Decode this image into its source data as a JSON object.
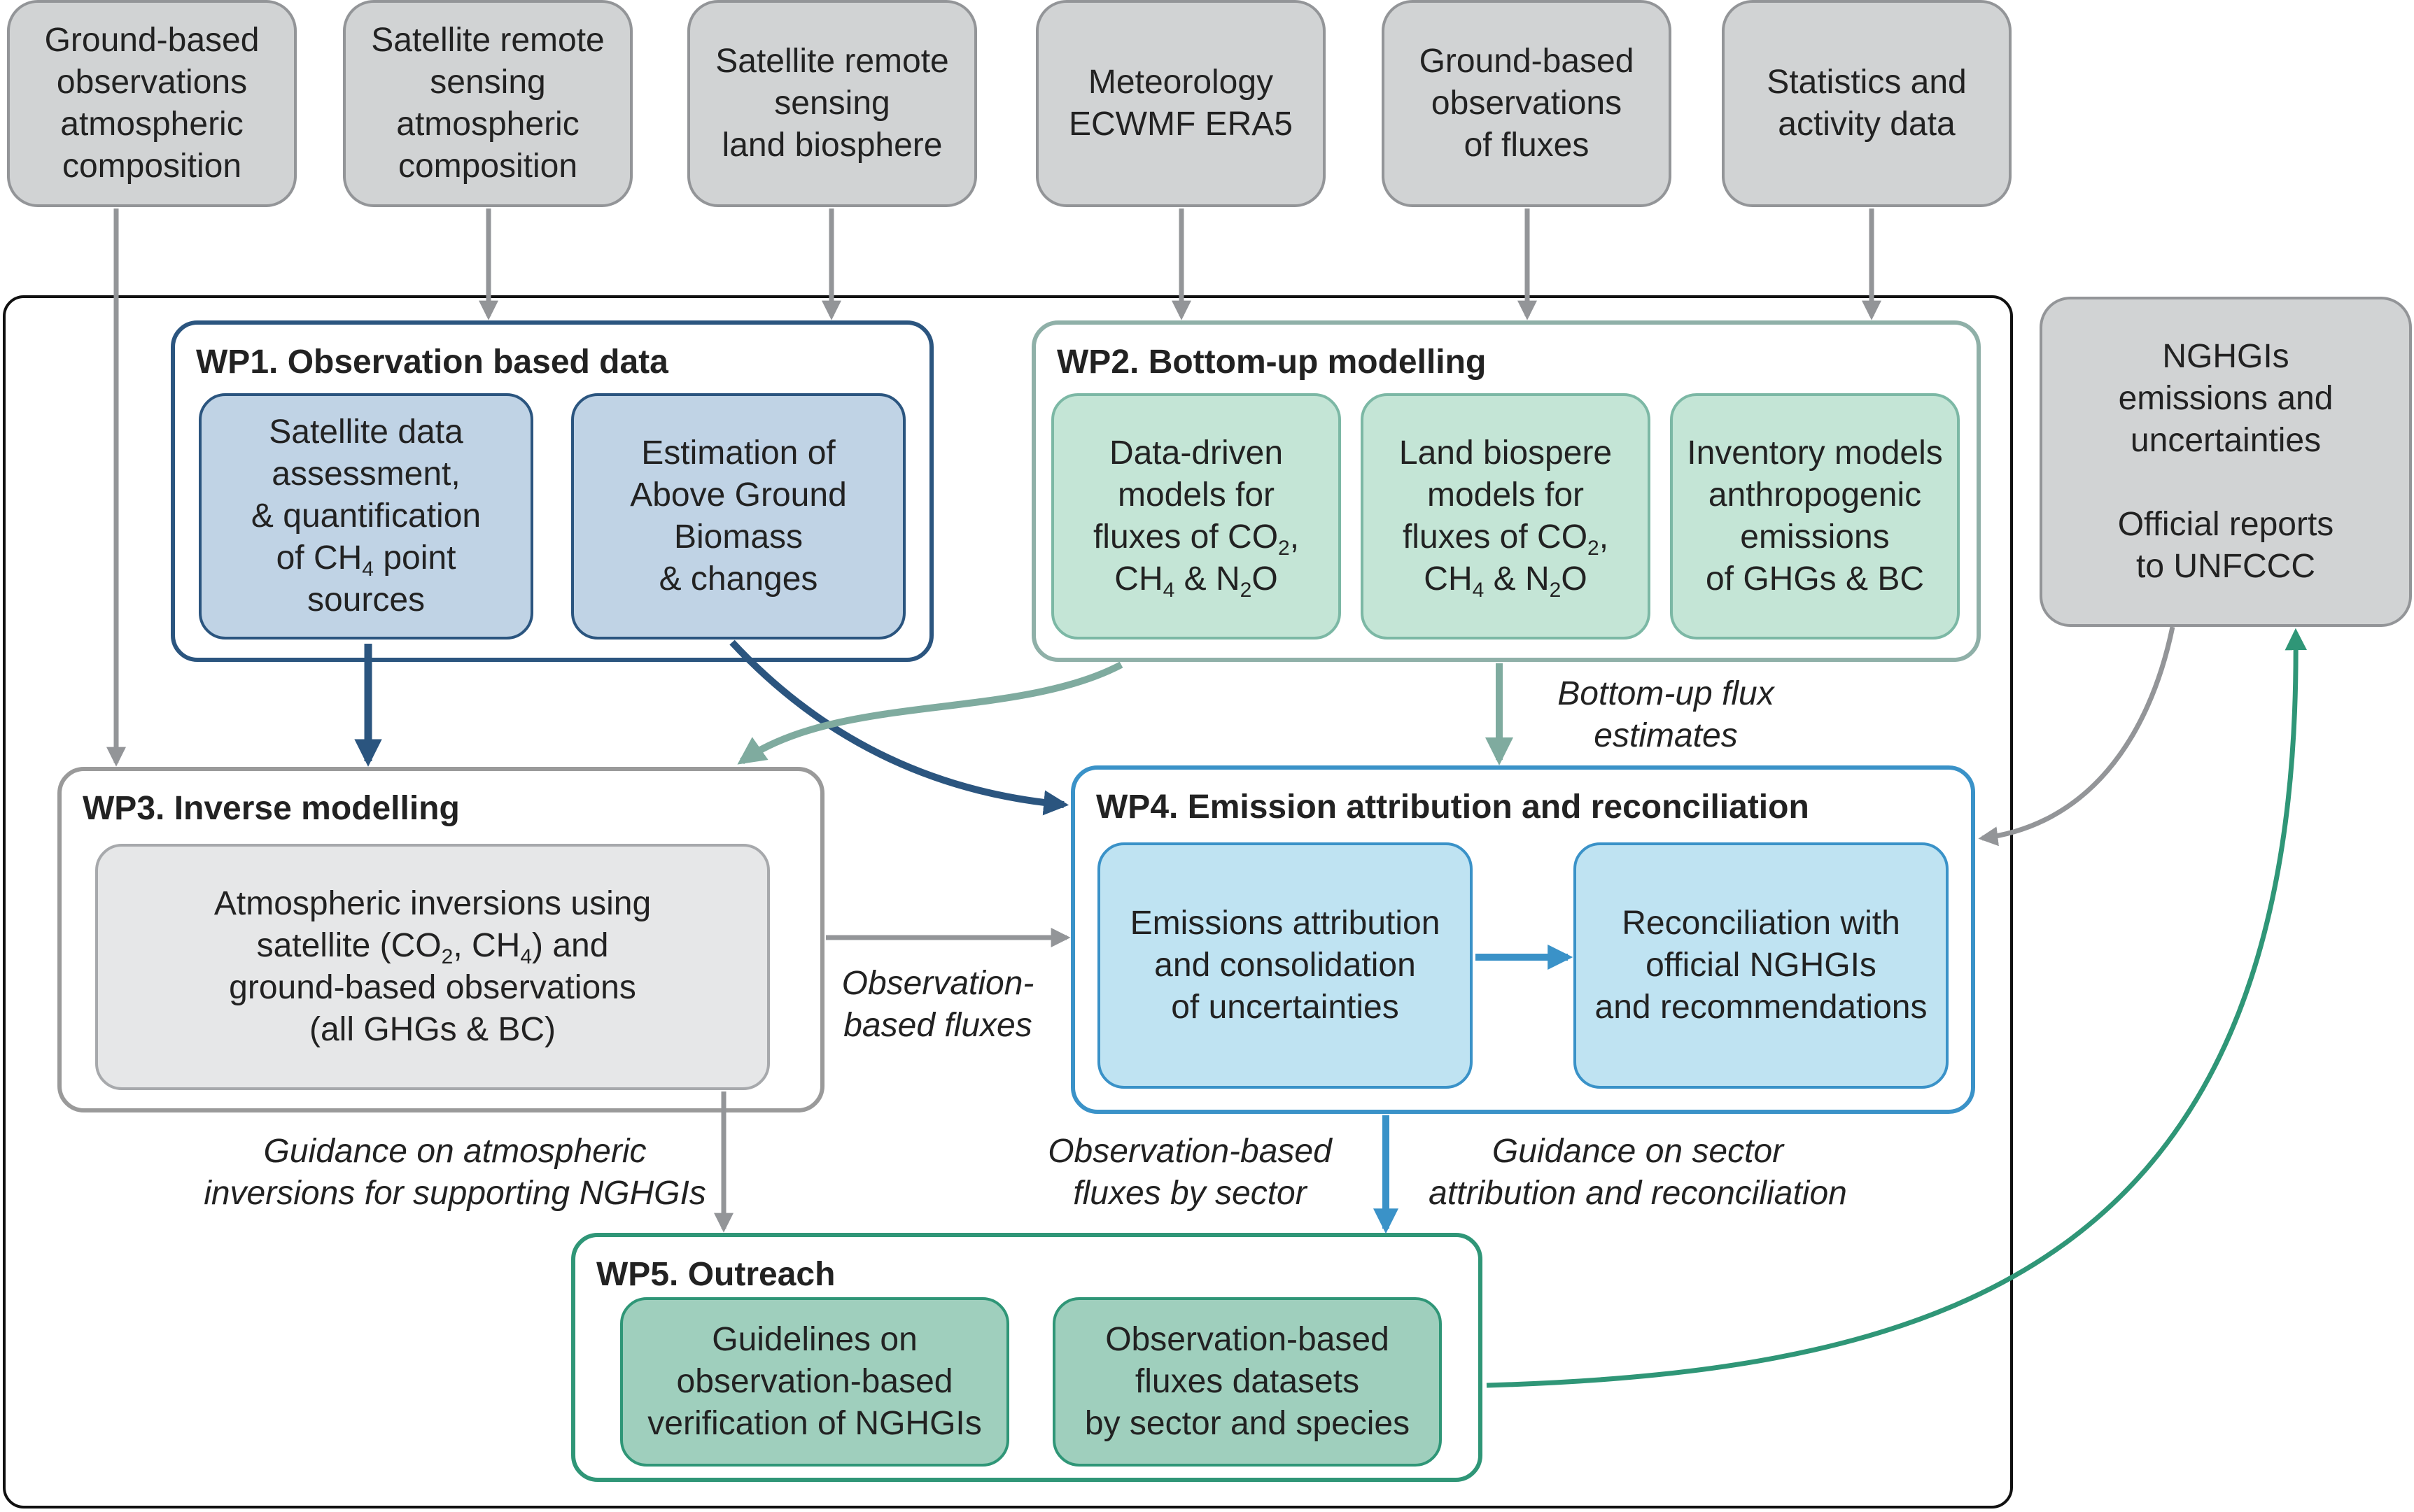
{
  "sources": {
    "ground_atmos": "Ground-based\nobservations\natmospheric\ncomposition",
    "sat_atmos": "Satellite remote\nsensing\natmospheric\ncomposition",
    "sat_land": "Satellite remote\nsensing\nland biosphere",
    "meteo": "Meteorology\nECWMF ERA5",
    "ground_flux": "Ground-based\nobservations\nof fluxes",
    "stats": "Statistics and\nactivity data",
    "nghgi": "NGHGIs\nemissions and\nuncertainties\n\nOfficial reports\nto UNFCCC"
  },
  "wp1": {
    "title": "WP1. Observation based data",
    "box1": {
      "pre": "Satellite data\nassessment,\n& quantification\nof CH",
      "sub": "4",
      "post": " point\nsources"
    },
    "box2": "Estimation of\nAbove Ground\nBiomass\n& changes"
  },
  "wp2": {
    "title": "WP2. Bottom-up modelling",
    "box1": {
      "a": "Data-driven\nmodels for\nfluxes of CO",
      "b": "2",
      "c": ",\nCH",
      "d": "4",
      "e": " & N",
      "f": "2",
      "g": "O"
    },
    "box2": {
      "a": "Land biospere\nmodels for\nfluxes of CO",
      "b": "2",
      "c": ",\nCH",
      "d": "4",
      "e": " & N",
      "f": "2",
      "g": "O"
    },
    "box3": "Inventory models\nanthropogenic\nemissions\nof GHGs & BC"
  },
  "wp3": {
    "title": "WP3. Inverse modelling",
    "box1": {
      "a": "Atmospheric inversions using\nsatellite (CO",
      "b": "2",
      "c": ", CH",
      "d": "4",
      "e": ") and\nground-based observations\n(all GHGs & BC)"
    }
  },
  "wp4": {
    "title": "WP4. Emission attribution and reconciliation",
    "box1": "Emissions attribution\nand consolidation\nof uncertainties",
    "box2": "Reconciliation with\nofficial NGHGIs\nand recommendations"
  },
  "wp5": {
    "title": "WP5. Outreach",
    "box1": "Guidelines on\nobservation-based\nverification of NGHGIs",
    "box2": "Observation-based\nfluxes datasets\nby sector and species"
  },
  "labels": {
    "bottom_up_flux": "Bottom-up flux\nestimates",
    "obs_fluxes": "Observation-\nbased fluxes",
    "guidance_inv": "Guidance on atmospheric\ninversions for supporting NGHGIs",
    "obs_sector": "Observation-based\nfluxes by sector",
    "guidance_sector": "Guidance on sector\nattribution and reconciliation"
  },
  "colors": {
    "grey_arrow": "#939598",
    "wp1_dark_blue": "#2b557f",
    "wp2_green": "#7fab9f",
    "wp4_blue": "#3a92c8",
    "wp5_teal": "#2f9677"
  }
}
